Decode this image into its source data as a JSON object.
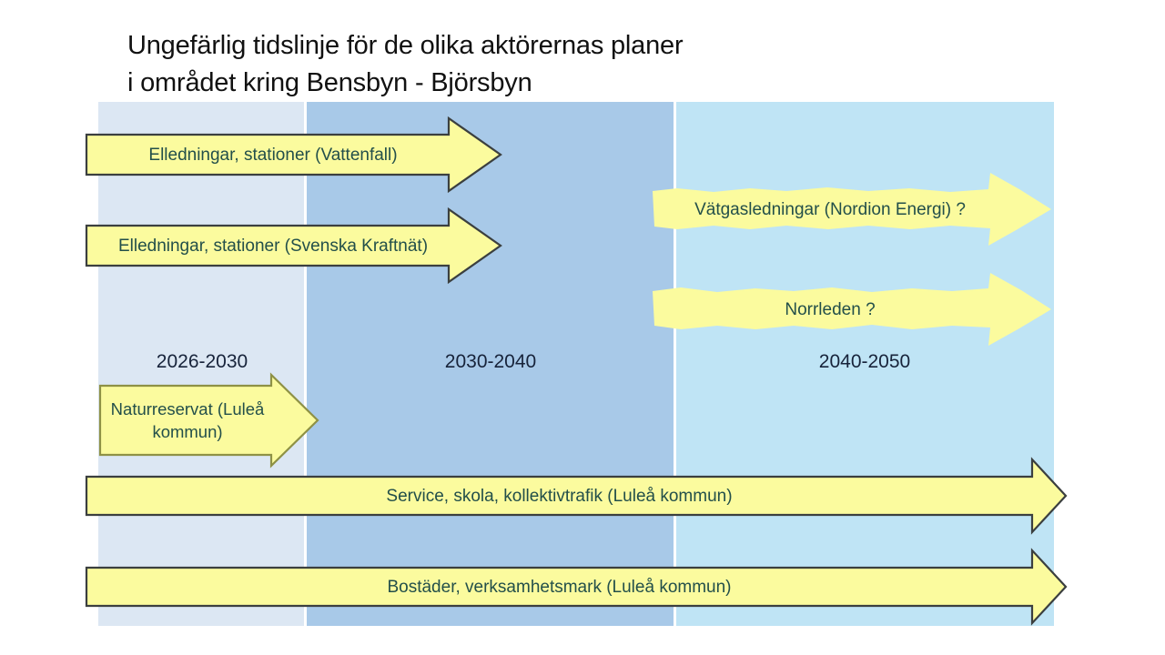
{
  "slide": {
    "title": "Ungefärlig tidslinje för de olika aktörernas planer\ni området kring Bensbyn - Björsbyn",
    "background_color": "#ffffff"
  },
  "colors": {
    "band1": "#dce7f3",
    "band2": "#a8c9e8",
    "band3": "#bfe4f5",
    "arrow_fill": "#fbfb9e",
    "arrow_outline_dark": "#3b3f3f",
    "arrow_outline_olive": "#8e9145",
    "label_text": "#234f4a",
    "period_text": "#17233a",
    "title_text": "#111111"
  },
  "timeline": {
    "periods": [
      {
        "label": "2026-2030",
        "color": "#dce7f3"
      },
      {
        "label": "2030-2040",
        "color": "#a8c9e8"
      },
      {
        "label": "2040-2050",
        "color": "#bfe4f5"
      }
    ]
  },
  "arrows": [
    {
      "id": "vattenfall",
      "label": "Elledningar, stationer (Vattenfall)",
      "style": "outlined-dark",
      "spans_periods": "2026-2040",
      "row": 1
    },
    {
      "id": "svenska-kraftnat",
      "label": "Elledningar, stationer (Svenska Kraftnät)",
      "style": "outlined-dark",
      "spans_periods": "2026-2040",
      "row": 2
    },
    {
      "id": "nordion-energi",
      "label": "Vätgasledningar (Nordion Energi) ?",
      "style": "sketchy",
      "spans_periods": "2040-2050",
      "row": 3
    },
    {
      "id": "norrleden",
      "label": "Norrleden ?",
      "style": "sketchy",
      "spans_periods": "2040-2050",
      "row": 4
    },
    {
      "id": "naturreservat",
      "label": "Naturreservat (Luleå kommun)",
      "style": "outlined-olive",
      "spans_periods": "2026-2030",
      "row": 5
    },
    {
      "id": "service-skola",
      "label": "Service, skola, kollektivtrafik (Luleå kommun)",
      "style": "outlined-dark",
      "spans_periods": "2026-2050",
      "row": 6
    },
    {
      "id": "bostader",
      "label": "Bostäder, verksamhetsmark (Luleå kommun)",
      "style": "outlined-dark",
      "spans_periods": "2026-2050",
      "row": 7
    }
  ]
}
